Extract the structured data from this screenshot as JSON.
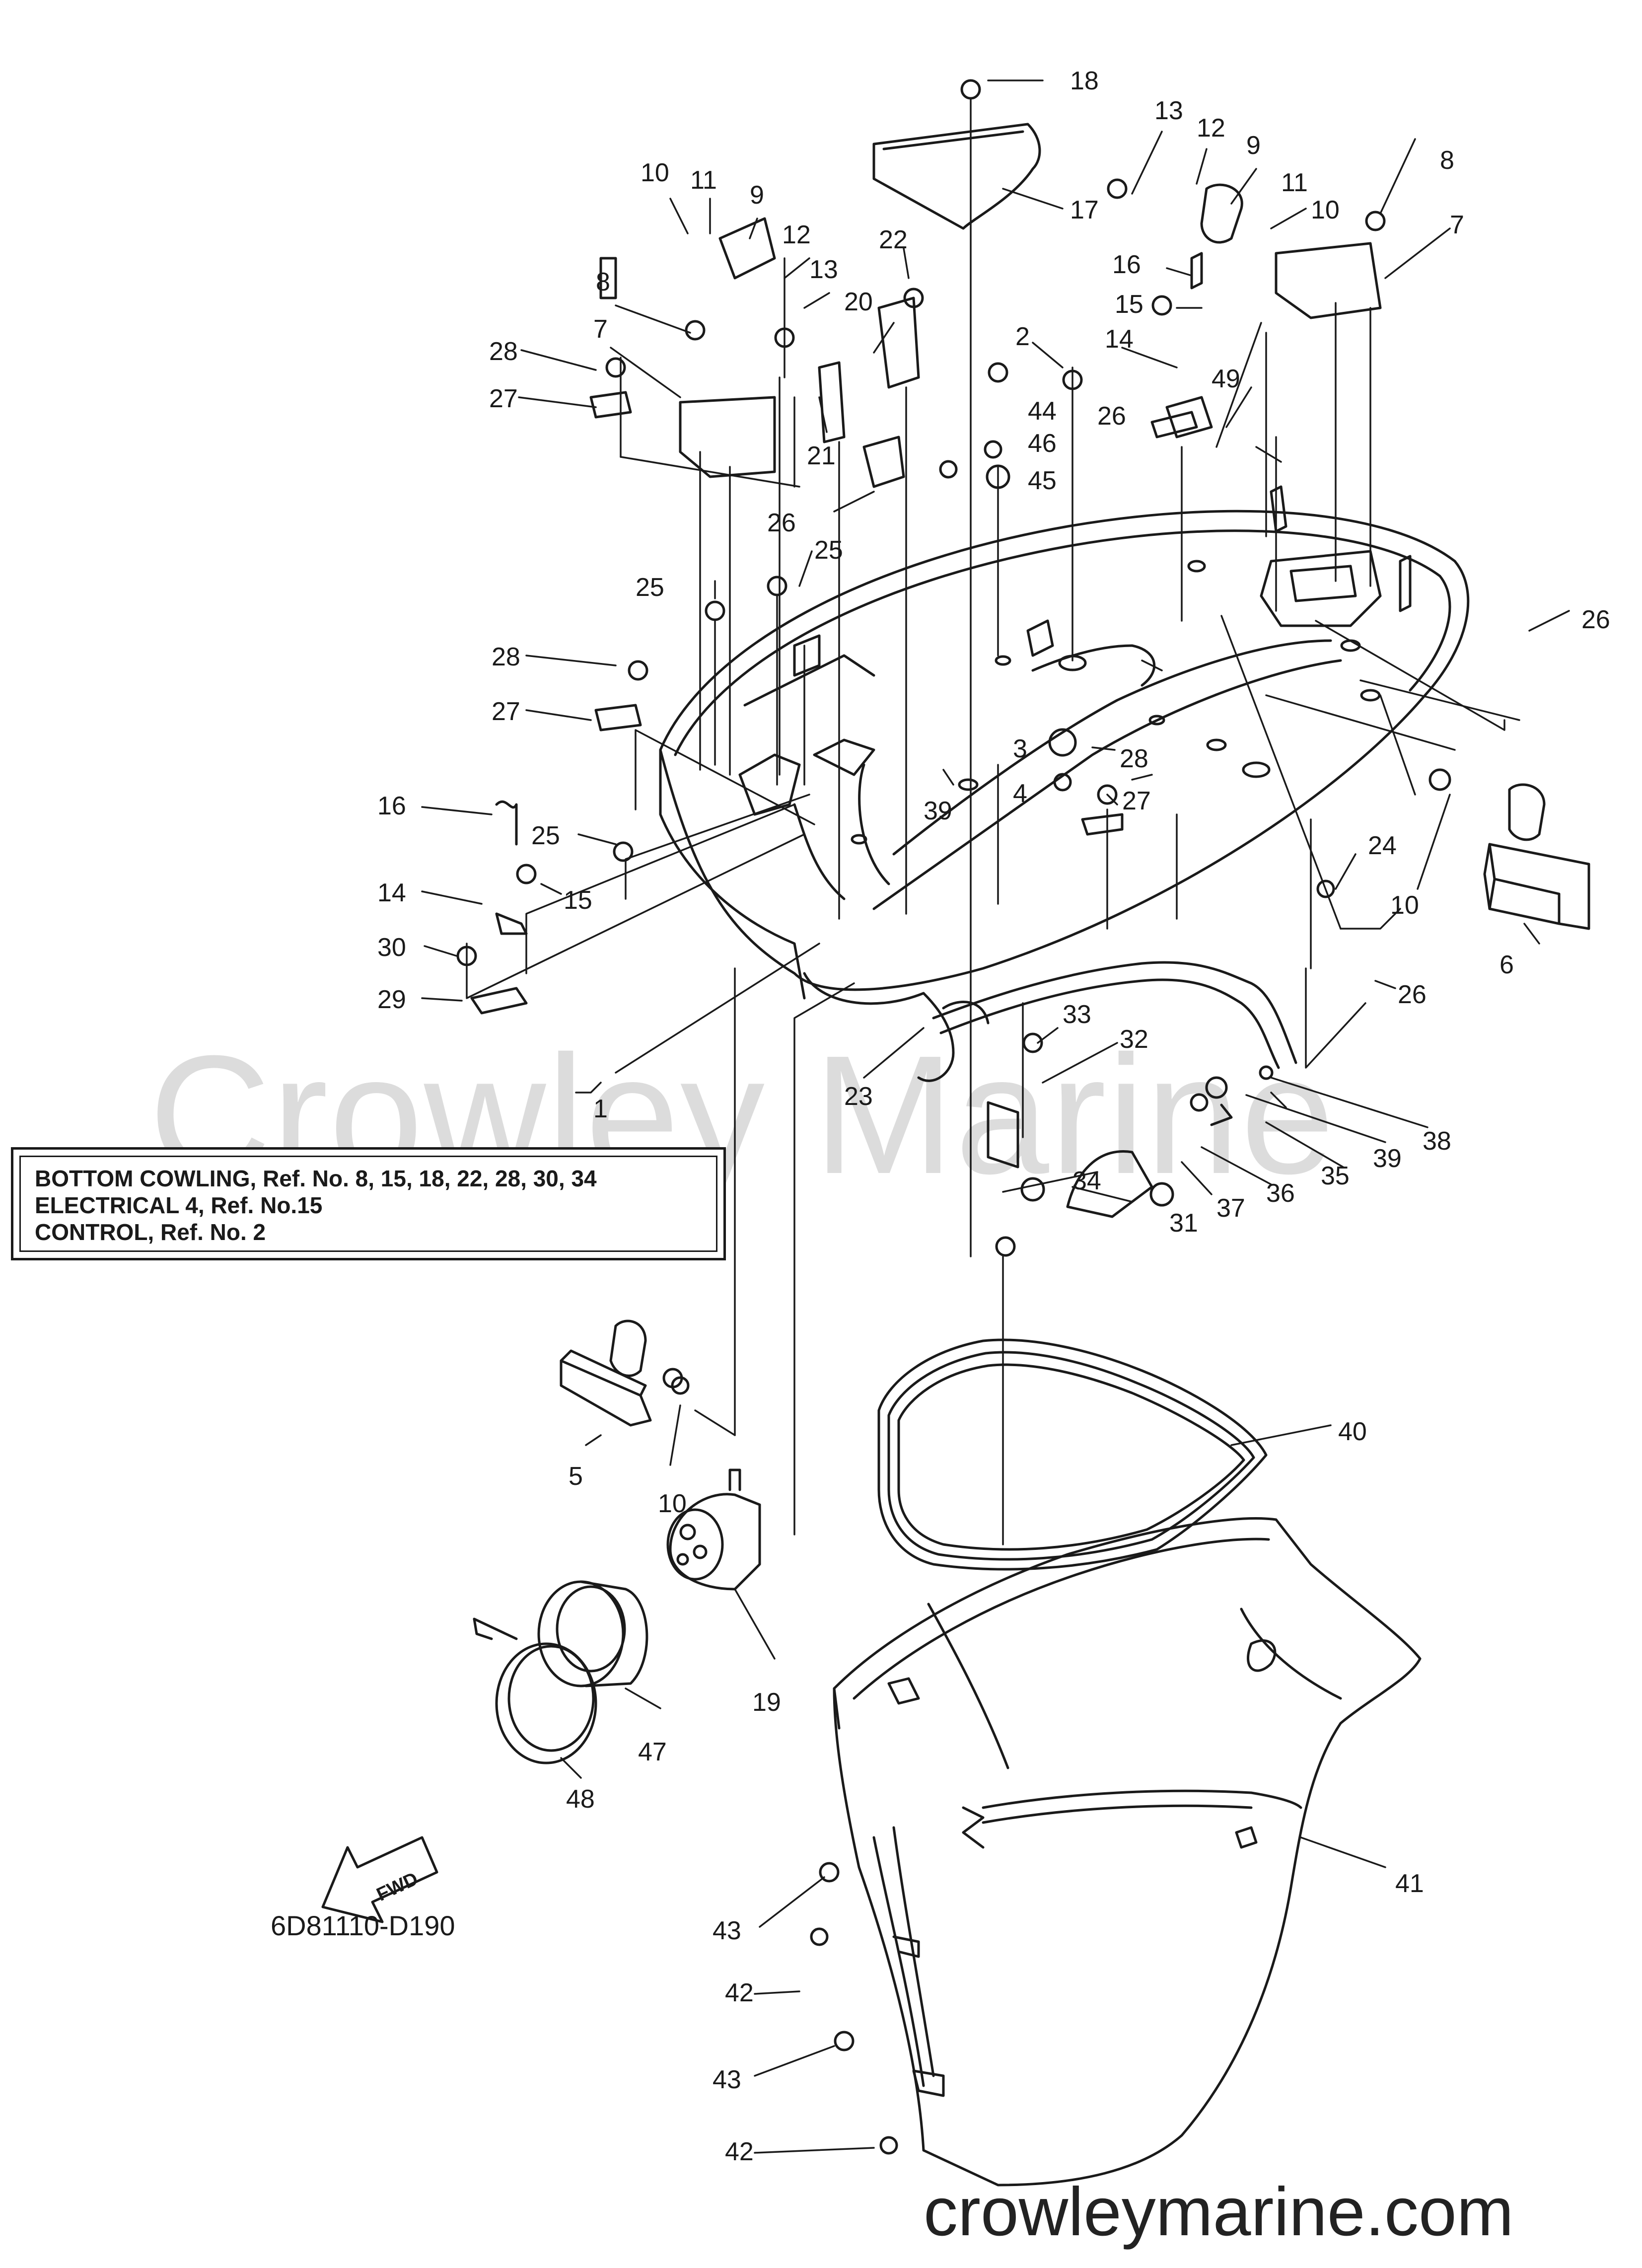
{
  "watermark": "Crowley Marine",
  "reference_box": {
    "lines": [
      "BOTTOM COWLING, Ref. No. 8, 15, 18, 22, 28, 30, 34",
      "ELECTRICAL 4, Ref. No.15",
      "CONTROL, Ref. No. 2"
    ]
  },
  "diagram_code": "6D81110-D190",
  "website": "crowleymarine.com",
  "fwd_label": "FWD",
  "callouts": [
    "1",
    "2",
    "3",
    "4",
    "5",
    "6",
    "7",
    "8",
    "9",
    "10",
    "11",
    "12",
    "13",
    "14",
    "15",
    "16",
    "17",
    "18",
    "19",
    "20",
    "21",
    "22",
    "23",
    "24",
    "25",
    "26",
    "27",
    "28",
    "29",
    "30",
    "31",
    "32",
    "33",
    "34",
    "35",
    "36",
    "37",
    "38",
    "39",
    "40",
    "41",
    "42",
    "43",
    "44",
    "45",
    "46",
    "47",
    "48",
    "49"
  ]
}
